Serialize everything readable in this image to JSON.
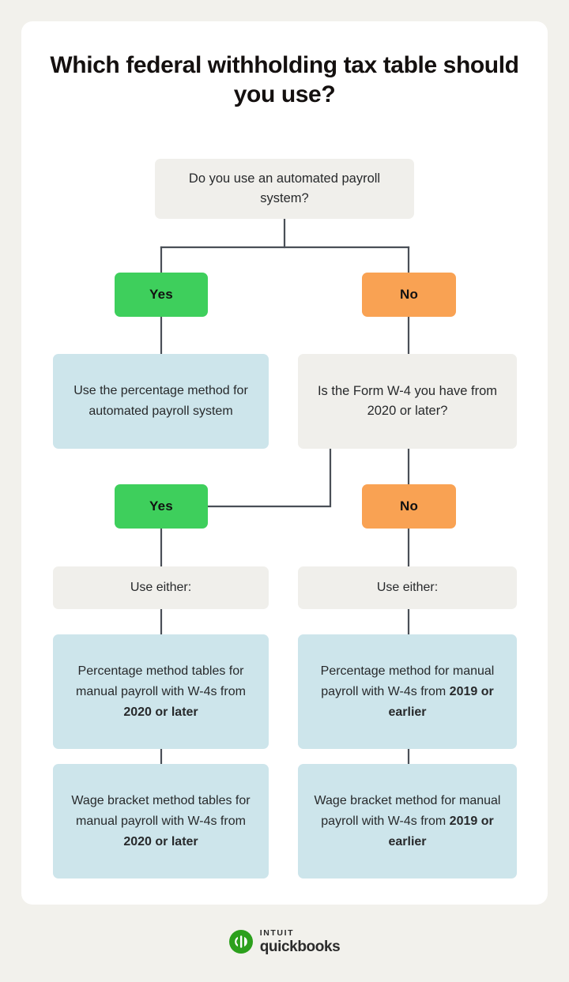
{
  "page": {
    "title": "Which federal withholding tax table should you use?",
    "background_color": "#f2f1ec",
    "card_color": "#ffffff"
  },
  "colors": {
    "node_gray": "#f0efeb",
    "node_blue": "#cde5eb",
    "yes_green": "#3ecf5c",
    "no_orange": "#f9a253",
    "connector_line": "#4a4f57",
    "text_dark": "#27292b",
    "brand_green": "#2ca01c"
  },
  "flowchart": {
    "type": "decision-tree",
    "nodes": {
      "q_automated": {
        "kind": "question",
        "text": "Do you use an automated payroll system?",
        "style": "gray"
      },
      "yes_1": {
        "kind": "answer",
        "text": "Yes",
        "style": "green"
      },
      "no_1": {
        "kind": "answer",
        "text": "No",
        "style": "orange"
      },
      "r_percentage_auto": {
        "kind": "result",
        "text": "Use the percentage method for automated payroll system",
        "style": "blue"
      },
      "q_w4_year": {
        "kind": "question",
        "text": "Is the Form W-4 you have from 2020 or later?",
        "style": "gray"
      },
      "yes_2": {
        "kind": "answer",
        "text": "Yes",
        "style": "green"
      },
      "no_2": {
        "kind": "answer",
        "text": "No",
        "style": "orange"
      },
      "either_left": {
        "kind": "label",
        "text": "Use either:",
        "style": "gray"
      },
      "either_right": {
        "kind": "label",
        "text": "Use either:",
        "style": "gray"
      },
      "res_l_pct": {
        "kind": "result",
        "style": "blue",
        "text_plain": "Percentage method tables for manual payroll with W-4s from 2020 or later",
        "lead": "Percentage method tables for manual payroll with W-4s from ",
        "emphasis": "2020 or later"
      },
      "res_r_pct": {
        "kind": "result",
        "style": "blue",
        "text_plain": "Percentage method for manual payroll with W-4s from 2019 or earlier",
        "lead": "Percentage method for manual payroll with W-4s from ",
        "emphasis": "2019 or earlier"
      },
      "res_l_wage": {
        "kind": "result",
        "style": "blue",
        "text_plain": "Wage bracket method tables for manual payroll with W-4s from 2020 or later",
        "lead": "Wage bracket method tables for manual payroll with W-4s from ",
        "emphasis": "2020 or later"
      },
      "res_r_wage": {
        "kind": "result",
        "style": "blue",
        "text_plain": "Wage bracket method for manual payroll with W-4s from 2019 or earlier",
        "lead": "Wage bracket method for manual payroll with W-4s from ",
        "emphasis": "2019 or earlier"
      }
    },
    "edges": [
      {
        "from": "q_automated",
        "to": "yes_1",
        "label": "Yes"
      },
      {
        "from": "q_automated",
        "to": "no_1",
        "label": "No"
      },
      {
        "from": "yes_1",
        "to": "r_percentage_auto"
      },
      {
        "from": "no_1",
        "to": "q_w4_year"
      },
      {
        "from": "q_w4_year",
        "to": "yes_2",
        "label": "Yes"
      },
      {
        "from": "q_w4_year",
        "to": "no_2",
        "label": "No"
      },
      {
        "from": "yes_2",
        "to": "either_left"
      },
      {
        "from": "no_2",
        "to": "either_right"
      },
      {
        "from": "either_left",
        "to": "res_l_pct"
      },
      {
        "from": "either_left",
        "to": "res_l_wage"
      },
      {
        "from": "either_right",
        "to": "res_r_pct"
      },
      {
        "from": "either_right",
        "to": "res_r_wage"
      }
    ]
  },
  "footer": {
    "brand_top": "INTUIT",
    "brand_bottom": "quickbooks",
    "mark_letters": "qb"
  }
}
